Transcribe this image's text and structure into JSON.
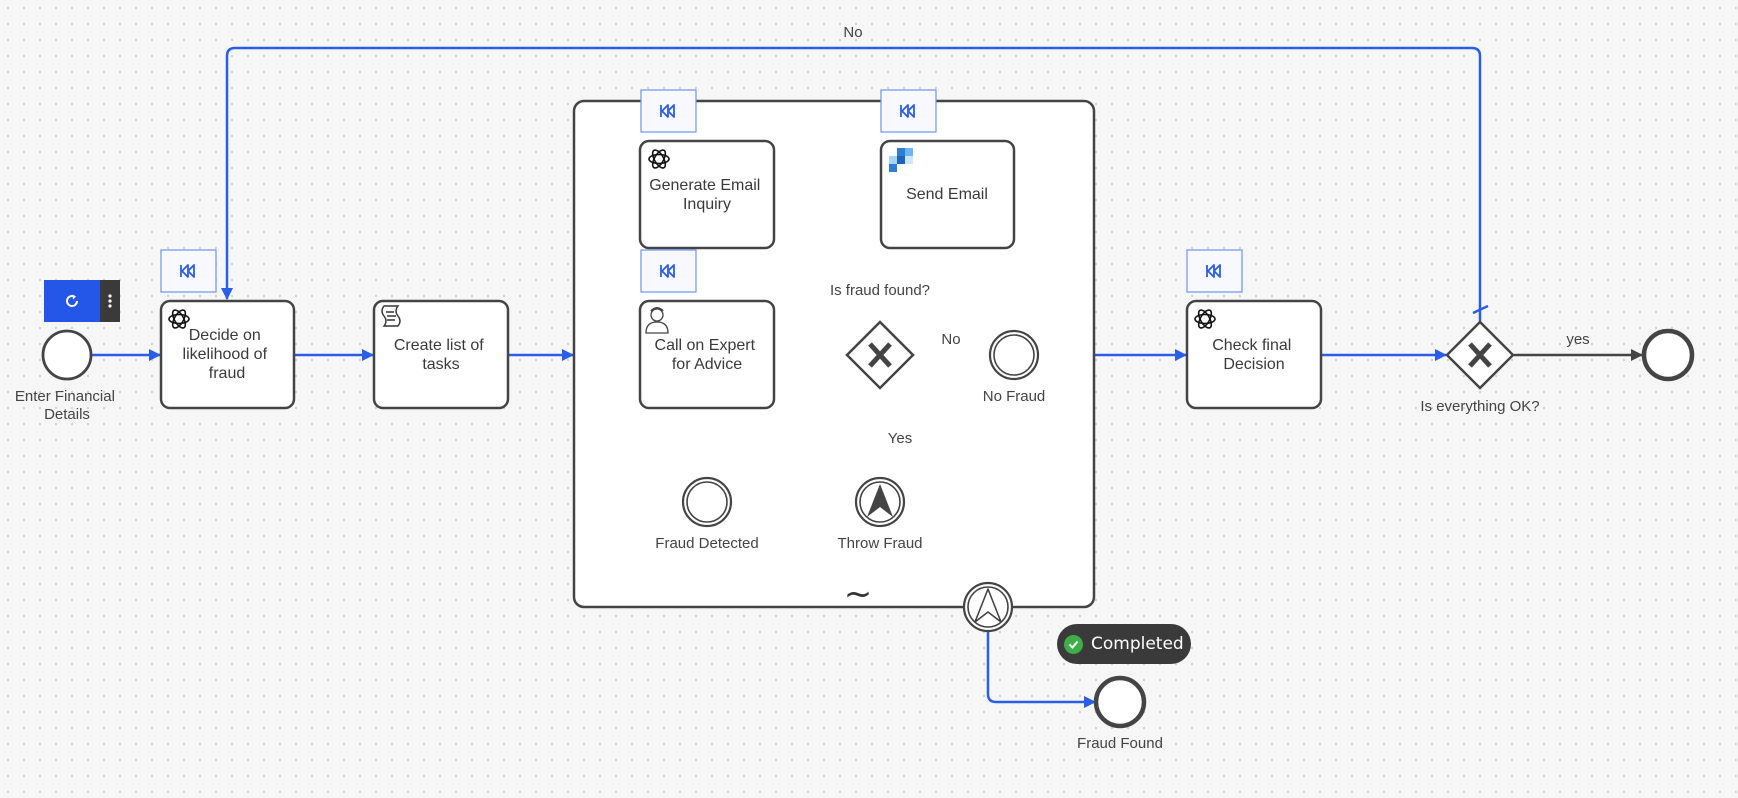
{
  "toolbar": {
    "restart_icon": "restart-icon",
    "menu_icon": "more-vertical-icon"
  },
  "status_badge": {
    "label": "Completed",
    "color": "#3fae49"
  },
  "colors": {
    "flow": "#2a5ee8",
    "stroke": "#444444",
    "accent": "#5b87ec"
  },
  "events": {
    "start": "Enter Financial Details",
    "no_fraud": "No Fraud",
    "fraud_detected": "Fraud Detected",
    "throw_fraud": "Throw Fraud",
    "fraud_found": "Fraud Found",
    "end": ""
  },
  "tasks": {
    "decide": [
      "Decide on",
      "likelihood of",
      "fraud"
    ],
    "create_list": [
      "Create list of",
      "tasks"
    ],
    "generate_email": [
      "Generate Email",
      "Inquiry"
    ],
    "send_email": [
      "Send Email"
    ],
    "call_expert": [
      "Call on Expert",
      "for Advice"
    ],
    "check_final": [
      "Check final",
      "Decision"
    ]
  },
  "gateways": {
    "fraud_found": "Is fraud found?",
    "everything_ok": "Is everything OK?"
  },
  "flow_labels": {
    "no_loop": "No",
    "no_fraud": "No",
    "yes_fraud": "Yes",
    "yes_ok": "yes"
  },
  "subprocess": {
    "marker": "~"
  }
}
